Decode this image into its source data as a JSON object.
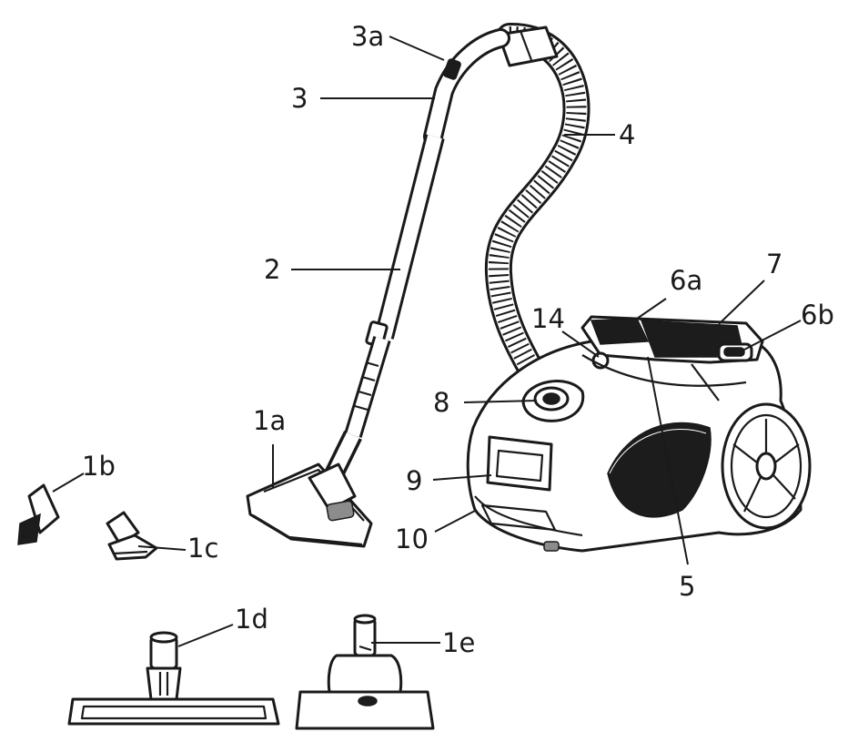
{
  "labels": {
    "l_3a": "3a",
    "l_3": "3",
    "l_4": "4",
    "l_2": "2",
    "l_6a": "6a",
    "l_7": "7",
    "l_6b": "6b",
    "l_14": "14",
    "l_8": "8",
    "l_1a": "1a",
    "l_1b": "1b",
    "l_9": "9",
    "l_1c": "1c",
    "l_10": "10",
    "l_5": "5",
    "l_1d": "1d",
    "l_1e": "1e"
  }
}
